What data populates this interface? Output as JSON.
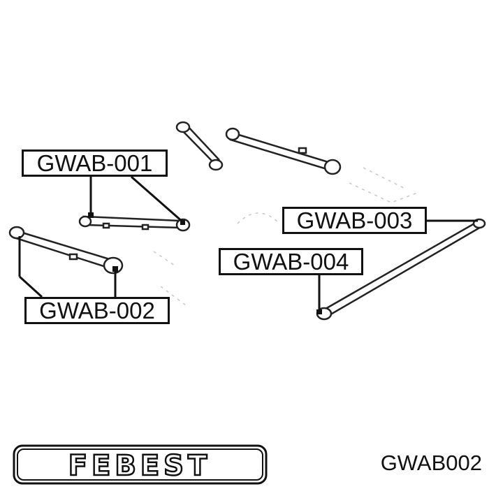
{
  "callouts": [
    {
      "id": "c1",
      "label": "GWAB-001"
    },
    {
      "id": "c2",
      "label": "GWAB-002"
    },
    {
      "id": "c3",
      "label": "GWAB-003"
    },
    {
      "id": "c4",
      "label": "GWAB-004"
    }
  ],
  "brand": {
    "logo_text": "FEBEST",
    "color": "#111111"
  },
  "part_number": "GWAB002"
}
